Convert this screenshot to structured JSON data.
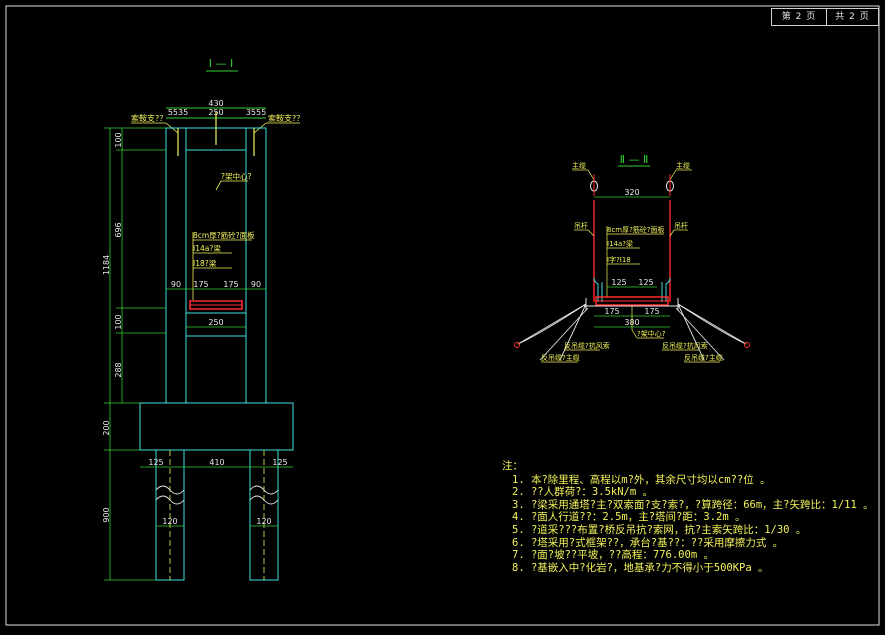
{
  "sheet": {
    "page_label": "第 2 页",
    "total_label": "共 2 页"
  },
  "section1": {
    "title": "I — I",
    "dims_top": [
      "430",
      "5535",
      "250",
      "3555"
    ],
    "left_label": "索鞍支?？",
    "right_label": "索鞍支?？",
    "center_label": "?架中心?",
    "deck_labels": [
      "8cm厚?筋砼?面板",
      "I14a?梁",
      "I18?梁"
    ],
    "dim_row": [
      "90",
      "175",
      "175",
      "90"
    ],
    "dim_250": "250",
    "vert_dims": [
      "100",
      "696",
      "1184",
      "100",
      "288",
      "200",
      "900"
    ],
    "base_dims": [
      "125",
      "410",
      "125"
    ],
    "pile_dims": [
      "120",
      "120"
    ]
  },
  "section2": {
    "title": "Ⅱ — Ⅱ",
    "main_cable": [
      "主缆",
      "主缆"
    ],
    "hanger": [
      "吊杆",
      "吊杆"
    ],
    "dim_top": "320",
    "deck_labels": [
      "8cm厚?筋砼?面板",
      "I14a?梁",
      "I字?I18"
    ],
    "dim_125": [
      "125",
      "125"
    ],
    "dim_175": [
      "175",
      "175"
    ],
    "dim_380": "380",
    "center_label": "?架中心?",
    "wind_labels": [
      "反吊缆?抗风索",
      "反吊缆?主缆",
      "反吊缆?抗风索",
      "反吊缆?主缆"
    ]
  },
  "notes": {
    "header": "注：",
    "items": [
      "1. 本?除里程、高程以m?外，其余尺寸均以cm??位 。",
      "2. ??人群荷?：3.5kN/m   。",
      "3. ?梁采用通塔?主?双索面?支?索?，?算跨径：66m，主?矢跨比：1/11 。",
      "4. ?面人行道??：2.5m，主?塔间?距：3.2m 。",
      "5. ?道采???布置?桥反吊抗?索网，抗?主索矢跨比：1/30 。",
      "6. ?塔采用?式框架??，承台?基??：??采用摩擦力式 。",
      "7. ?面?坡??平坡，??高程：776.00m 。",
      "8. ?基嵌入中?化岩?，地基承?力不得小于500KPa 。"
    ]
  },
  "colors": {
    "cyan": "#3fe0e0",
    "green": "#2fd02f",
    "yellow": "#f2f25a",
    "red": "#ff2a2a",
    "white": "#e8e8e8"
  }
}
